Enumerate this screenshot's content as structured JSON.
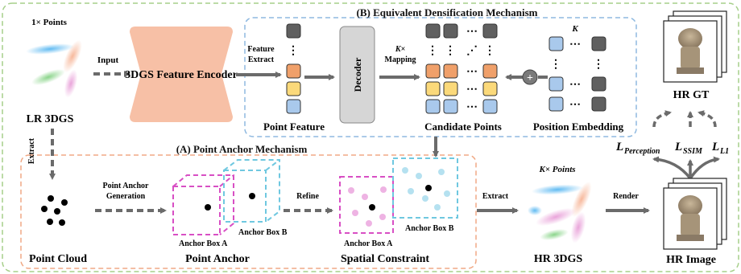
{
  "sections": {
    "equivalent": "(B) Equivalent Densification Mechanism",
    "anchor": "(A) Point Anchor Mechanism"
  },
  "labels": {
    "one_x_points": "1× Points",
    "input": "Input",
    "encoder": "3DGS Feature Encoder",
    "lr_3dgs": "LR 3DGS",
    "feature_extract_1": "Feature",
    "feature_extract_2": "Extract",
    "point_feature": "Point Feature",
    "decoder": "Decoder",
    "k_mapping_1": "K×",
    "k_mapping_2": "Mapping",
    "candidate_points": "Candidate Points",
    "k_label": "K",
    "position_embedding": "Position Embedding",
    "hr_gt": "HR GT",
    "extract_v": "Extract",
    "point_cloud": "Point Cloud",
    "pa_gen_1": "Point Anchor",
    "pa_gen_2": "Generation",
    "anchor_box_a": "Anchor Box A",
    "anchor_box_b": "Anchor Box B",
    "point_anchor": "Point Anchor",
    "refine": "Refine",
    "anchor_box_a2": "Anchor Box A",
    "anchor_box_b2": "Anchor Box B",
    "spatial_constraint": "Spatial Constraint",
    "extract_h": "Extract",
    "k_points": "K× Points",
    "hr_3dgs": "HR 3DGS",
    "render": "Render",
    "hr_image": "HR Image",
    "loss_perception_main": "L",
    "loss_perception_sub": "Perception",
    "loss_ssim_main": "L",
    "loss_ssim_sub": "SSIM",
    "loss_l1_main": "L",
    "loss_l1_sub": "L1",
    "ellipsis": "⋯",
    "plus": "+"
  },
  "colors": {
    "orange": "#f0a06a",
    "yellow": "#fbd97a",
    "blue": "#a9c9ec",
    "gray": "#606060",
    "encoder": "#f7c0a6",
    "decoder": "#d6d6d6",
    "anchor_a": "#d84fc4",
    "anchor_b": "#6fc8e0",
    "outer_border": "#a6cf8a",
    "eq_border": "#8fb9e0",
    "pa_border": "#f0a985"
  }
}
